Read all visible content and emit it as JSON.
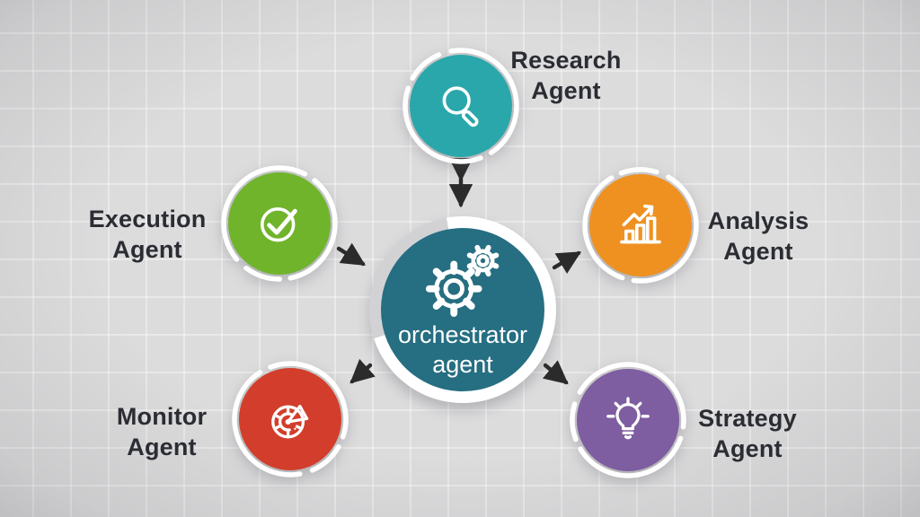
{
  "background": {
    "color": "#dcdcdd",
    "grid_color": "#ffffff"
  },
  "text_color": "#2b2d33",
  "arrow_color": "#2b2b2b",
  "center": {
    "id": "orchestrator",
    "label": "orchestrator agent",
    "icon": "gears-icon",
    "color": "#266e81",
    "ring_color": "#ffffff"
  },
  "agents": [
    {
      "id": "research-agent",
      "label": "Research Agent",
      "icon": "magnifier-icon",
      "color": "#2aa7ab",
      "position": "top"
    },
    {
      "id": "execution-agent",
      "label": "Execution Agent",
      "icon": "checkmark-icon",
      "color": "#70b42c",
      "position": "upper-left"
    },
    {
      "id": "analysis-agent",
      "label": "Analysis Agent",
      "icon": "bar-chart-icon",
      "color": "#ee9121",
      "position": "upper-right"
    },
    {
      "id": "monitor-agent",
      "label": "Monitor Agent",
      "icon": "radar-icon",
      "color": "#d23e2b",
      "position": "lower-left"
    },
    {
      "id": "strategy-agent",
      "label": "Strategy Agent",
      "icon": "lightbulb-icon",
      "color": "#7e5da0",
      "position": "lower-right"
    }
  ],
  "connections": [
    {
      "from": "orchestrator",
      "to": "research-agent",
      "style": "double-headed"
    },
    {
      "from": "execution-agent",
      "to": "orchestrator",
      "style": "single"
    },
    {
      "from": "orchestrator",
      "to": "analysis-agent",
      "style": "single"
    },
    {
      "from": "orchestrator",
      "to": "monitor-agent",
      "style": "single"
    },
    {
      "from": "orchestrator",
      "to": "strategy-agent",
      "style": "single"
    }
  ]
}
